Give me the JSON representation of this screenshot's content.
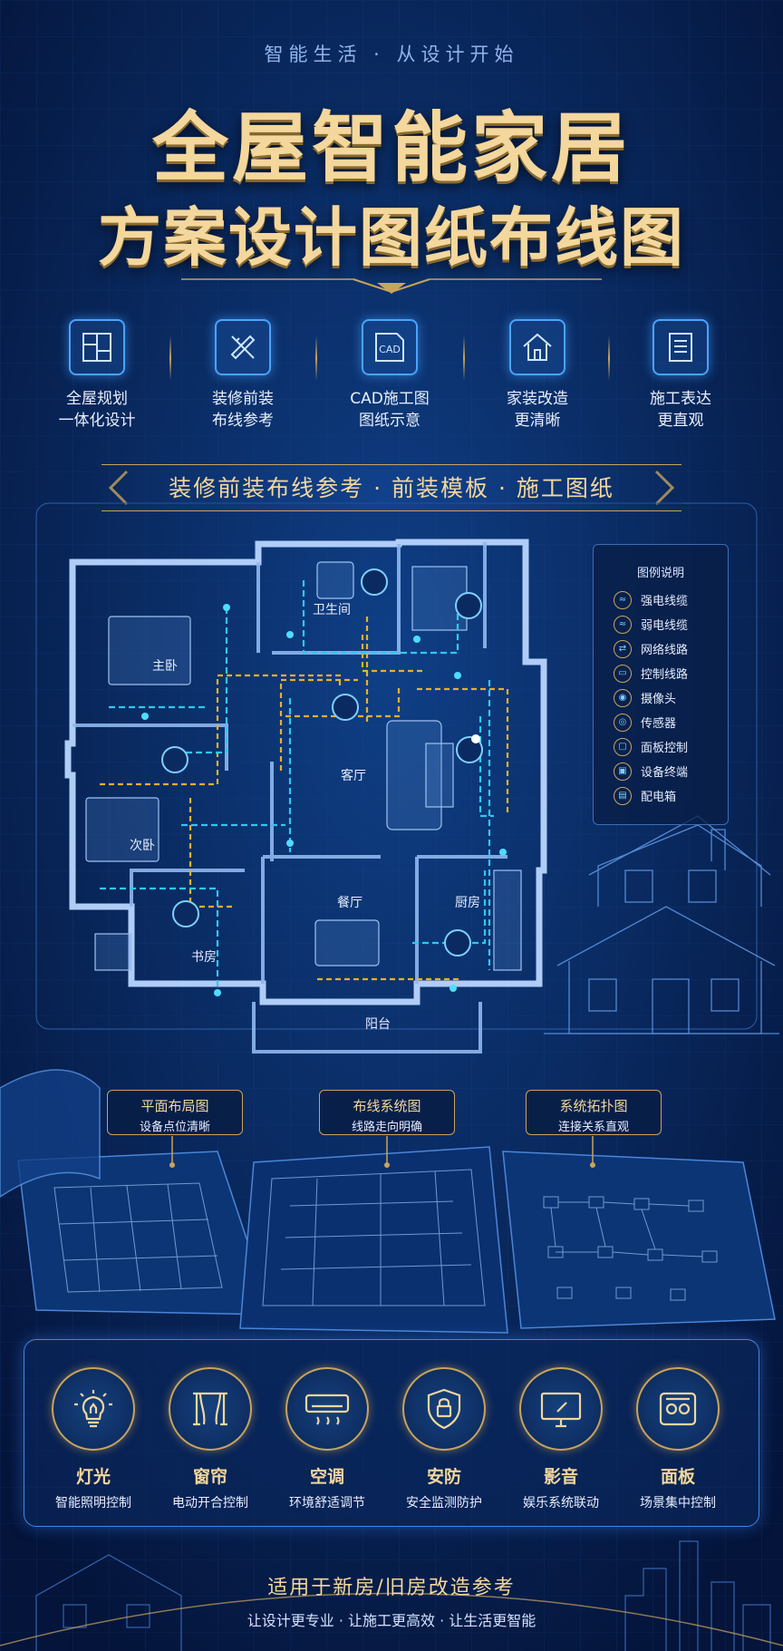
{
  "tagline": "智能生活 · 从设计开始",
  "title_line1": "全屋智能家居",
  "title_line2": "方案设计图纸布线图",
  "features": [
    {
      "icon": "floorplan-icon",
      "line1": "全屋规划",
      "line2": "一体化设计"
    },
    {
      "icon": "ruler-pencil-icon",
      "line1": "装修前装",
      "line2": "布线参考"
    },
    {
      "icon": "cad-file-icon",
      "line1": "CAD施工图",
      "line2": "图纸示意"
    },
    {
      "icon": "house-icon",
      "line1": "家装改造",
      "line2": "更清晰"
    },
    {
      "icon": "document-list-icon",
      "line1": "施工表达",
      "line2": "更直观"
    }
  ],
  "banner": "装修前装布线参考 · 前装模板 · 施工图纸",
  "rooms": {
    "master": "主卧",
    "bath": "卫生间",
    "living": "客厅",
    "second": "次卧",
    "dining": "餐厅",
    "kitchen": "厨房",
    "study": "书房",
    "balcony": "阳台"
  },
  "legend": {
    "title": "图例说明",
    "items": [
      "强电线缆",
      "弱电线缆",
      "网络线路",
      "控制线路",
      "摄像头",
      "传感器",
      "面板控制",
      "设备终端",
      "配电箱"
    ]
  },
  "callouts": [
    {
      "title": "平面布局图",
      "sub": "设备点位清晰"
    },
    {
      "title": "布线系统图",
      "sub": "线路走向明确"
    },
    {
      "title": "系统拓扑图",
      "sub": "连接关系直观"
    }
  ],
  "devices": [
    {
      "icon": "bulb-icon",
      "name": "灯光",
      "desc": "智能照明控制"
    },
    {
      "icon": "curtain-icon",
      "name": "窗帘",
      "desc": "电动开合控制"
    },
    {
      "icon": "aircon-icon",
      "name": "空调",
      "desc": "环境舒适调节"
    },
    {
      "icon": "shield-lock-icon",
      "name": "安防",
      "desc": "安全监测防护"
    },
    {
      "icon": "monitor-icon",
      "name": "影音",
      "desc": "娱乐系统联动"
    },
    {
      "icon": "panel-icon",
      "name": "面板",
      "desc": "场景集中控制"
    }
  ],
  "footer_line1": "适用于新房/旧房改造参考",
  "footer_line2": "让设计更专业 · 让施工更高效 · 让生活更智能",
  "colors": {
    "background": "#061a3f",
    "gold": "#f3d79c",
    "accent_blue": "#4aa3ff",
    "wire_yellow": "#e8b02a",
    "wire_cyan": "#2fc7f0"
  }
}
